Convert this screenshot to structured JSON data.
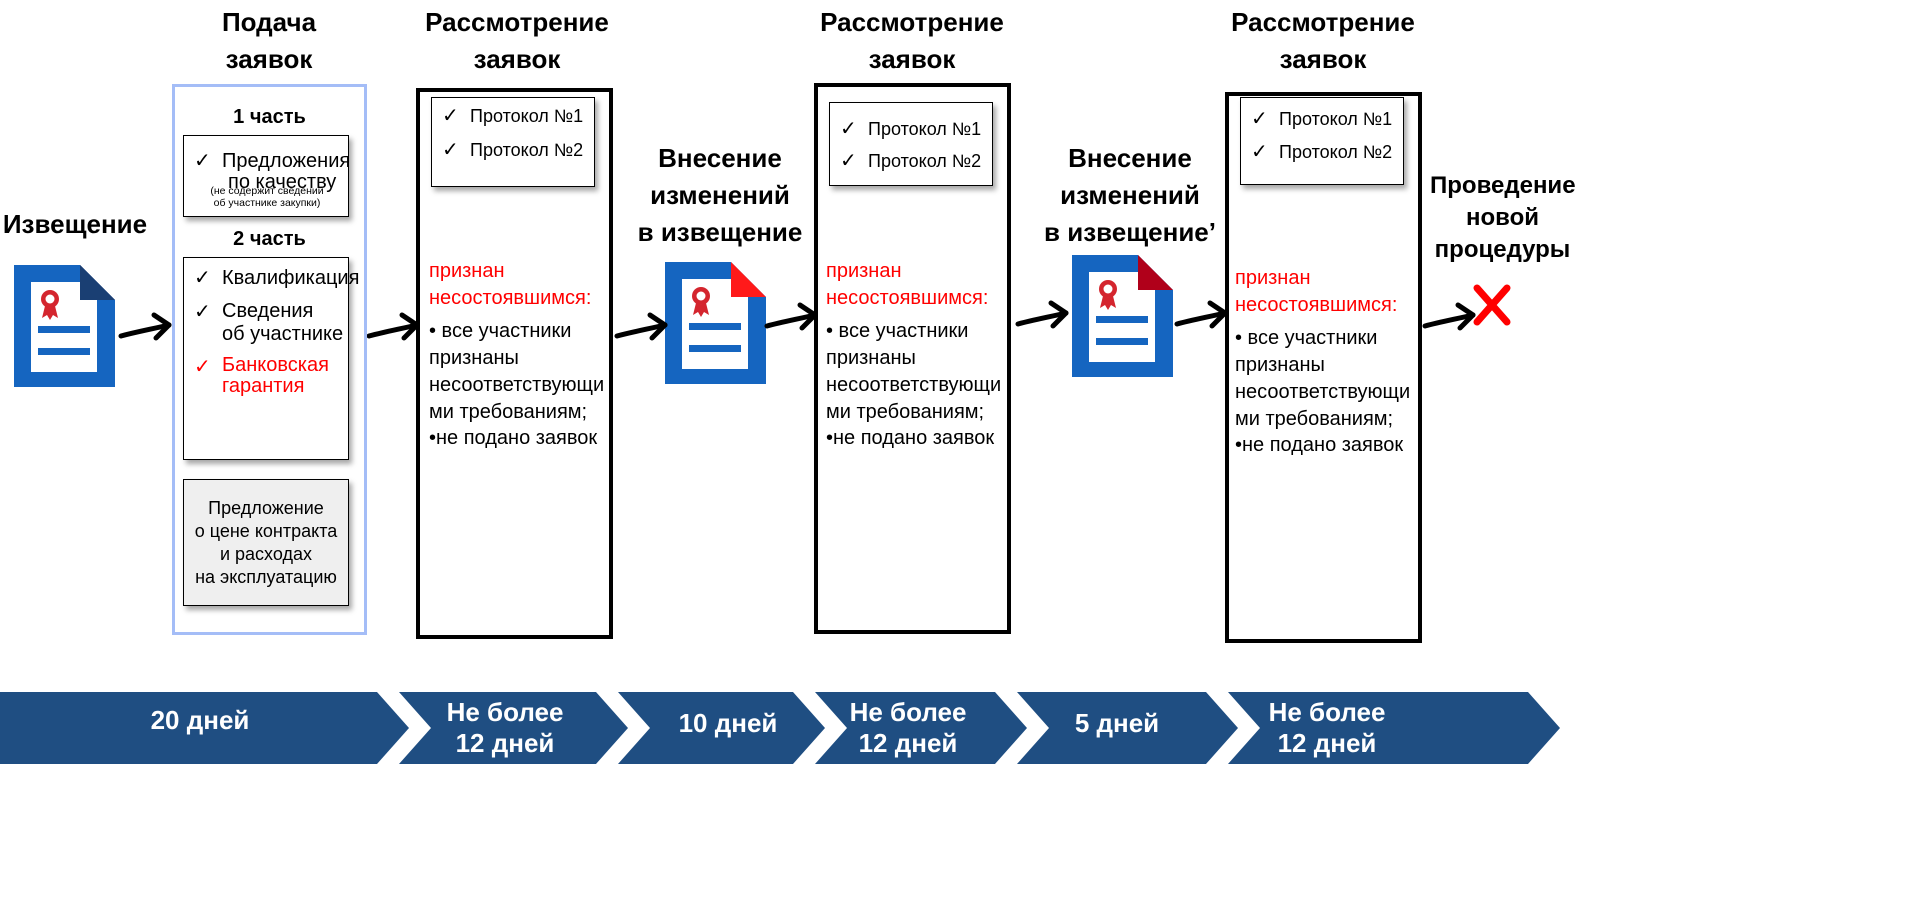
{
  "titles": {
    "notice": "Извещение",
    "submission": [
      "Подача",
      "заявок"
    ],
    "review_1": [
      "Рассмотрение",
      "заявок"
    ],
    "changes_1": [
      "Внесение",
      "изменений",
      "в извещение"
    ],
    "review_2": [
      "Рассмотрение",
      "заявок"
    ],
    "changes_2": [
      "Внесение",
      "изменений",
      "в извещение’"
    ],
    "review_3": [
      "Рассмотрение",
      "заявок"
    ],
    "new_procedure": [
      "Проведение",
      "новой",
      "процедуры"
    ]
  },
  "submission": {
    "part1_title": "1 часть",
    "part1_item": [
      "Предложения",
      "по качеству"
    ],
    "part1_note": [
      "(не содержит сведений",
      "об участнике закупки)"
    ],
    "part2_title": "2 часть",
    "part2_items": {
      "qualification": "Квалификация",
      "participant": [
        "Сведения",
        "об участнике"
      ],
      "guarantee": [
        "Банковская",
        "гарантия"
      ]
    },
    "price_box": [
      "Предложение",
      "о цене контракта",
      "и расходах",
      "на эксплуатацию"
    ]
  },
  "review": {
    "protocol_1": "Протокол №1",
    "protocol_2": "Протокол №2",
    "failed": [
      "признан",
      "несостоявшимся:"
    ],
    "reason_1": [
      "• все участники",
      "признаны",
      "несоответствующи",
      "ми требованиям;"
    ],
    "reason_2": "•не подано заявок"
  },
  "timeline": [
    {
      "label": [
        "20 дней"
      ]
    },
    {
      "label": [
        "Не более",
        "12 дней"
      ]
    },
    {
      "label": [
        "10 дней"
      ]
    },
    {
      "label": [
        "Не более",
        "12 дней"
      ]
    },
    {
      "label": [
        "5 дней"
      ]
    },
    {
      "label": [
        "Не более",
        "12 дней"
      ]
    }
  ],
  "icons": {
    "document": "certificate-document-icon",
    "arrow": "right-arrow-icon",
    "cancel": "red-cross-icon",
    "check": "✓"
  },
  "colors": {
    "doc_blue": "#1565c0",
    "doc_corner_navy": "#1a3f73",
    "doc_corner_red": "#ff1a1a",
    "doc_corner_darkred": "#b0001a",
    "timeline": "#1f4e82",
    "submission_border": "#a4bdf7",
    "red": "#ff0000"
  }
}
